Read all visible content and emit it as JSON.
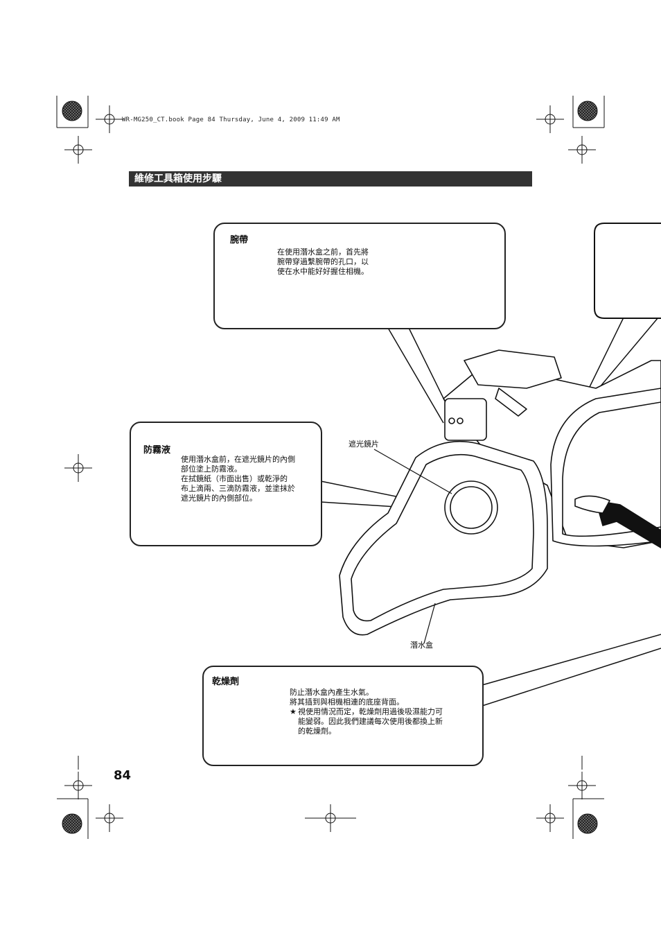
{
  "header_line": "WR-MG250_CT.book  Page 84  Thursday, June 4, 2009  11:49 AM",
  "section_title": "維修工具箱使用步驟",
  "callouts": {
    "strap": {
      "title": "腕帶",
      "text_lines": [
        "在使用潛水盒之前，首先將",
        "腕帶穿過繫腕帶的孔口，以",
        "使在水中能好好握住相機。"
      ]
    },
    "antifog": {
      "title": "防霧液",
      "text_lines": [
        "使用潛水盒前，在遮光鏡片的內側",
        "部位塗上防霧液。",
        "在拭鏡紙（市面出售）或乾淨的",
        "布上滴兩、三滴防霧液，並塗抹於",
        "遮光鏡片的內側部位。"
      ]
    },
    "desiccant": {
      "title": "乾燥劑",
      "text_lines": [
        "防止潛水盒內產生水氣。",
        "將其插到與相機相連的底座背面。"
      ],
      "note_mark": "★",
      "note_lines": [
        "視使用情況而定，乾燥劑用過後吸濕能力可",
        "能變弱。因此我們建議每次使用後都換上新",
        "的乾燥劑。"
      ]
    }
  },
  "labels": {
    "lens_cover": "遮光鏡片",
    "housing": "潛水盒"
  },
  "page_number": "84"
}
